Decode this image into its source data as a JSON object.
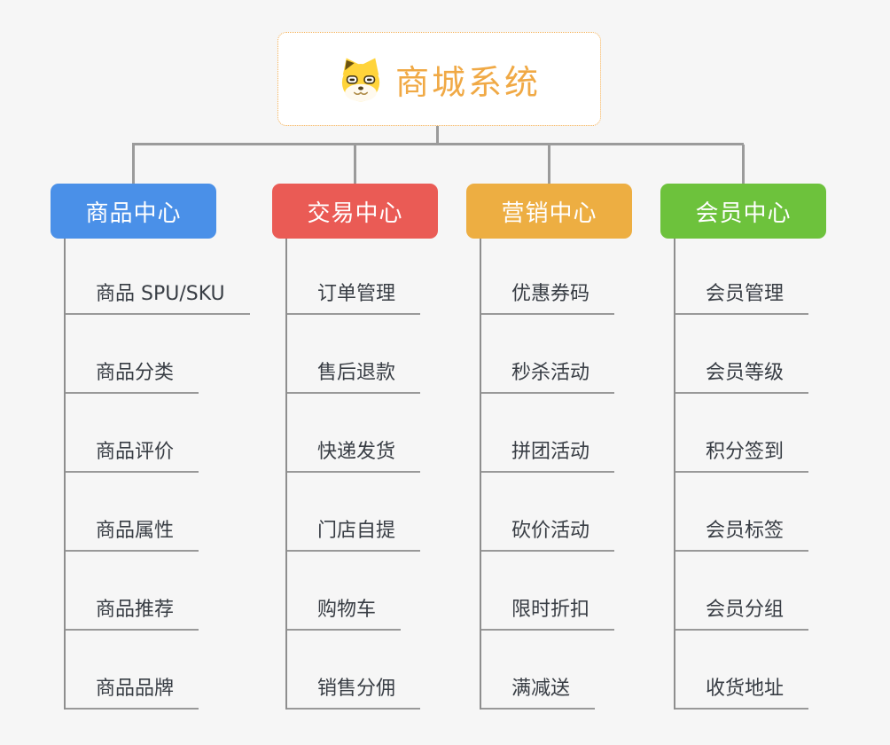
{
  "root": {
    "title": "商城系统",
    "icon": "doge-icon"
  },
  "branches": [
    {
      "label": "商品中心",
      "color": "#4a90e8",
      "children": [
        "商品 SPU/SKU",
        "商品分类",
        "商品评价",
        "商品属性",
        "商品推荐",
        "商品品牌"
      ]
    },
    {
      "label": "交易中心",
      "color": "#ea5b55",
      "children": [
        "订单管理",
        "售后退款",
        "快递发货",
        "门店自提",
        "购物车",
        "销售分佣"
      ]
    },
    {
      "label": "营销中心",
      "color": "#edae42",
      "children": [
        "优惠券码",
        "秒杀活动",
        "拼团活动",
        "砍价活动",
        "限时折扣",
        "满减送"
      ]
    },
    {
      "label": "会员中心",
      "color": "#6dc23c",
      "children": [
        "会员管理",
        "会员等级",
        "积分签到",
        "会员标签",
        "会员分组",
        "收货地址"
      ]
    }
  ],
  "colors": {
    "root_accent": "#f0a945",
    "root_border": "#f3ae52",
    "connector_gray": "#9b9b9b",
    "leaf_text": "#383d44",
    "background": "#f6f6f6"
  }
}
